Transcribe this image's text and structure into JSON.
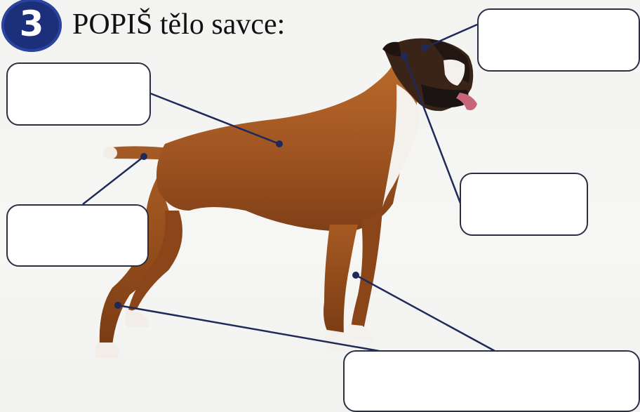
{
  "exercise": {
    "number": "3",
    "title": "POPIŠ tělo savce:"
  },
  "answer_boxes": [
    {
      "id": "head",
      "value": ""
    },
    {
      "id": "back",
      "value": ""
    },
    {
      "id": "tail",
      "value": ""
    },
    {
      "id": "chest",
      "value": ""
    },
    {
      "id": "legs",
      "value": ""
    }
  ],
  "colors": {
    "badge": "#1c2f7a",
    "leader_lines": "#1f2a5a",
    "box_border": "#2a2f44",
    "dog_coat": "#a65a22",
    "dog_white": "#f4f1ec",
    "dog_muzzle": "#1b1412"
  },
  "image": {
    "subject": "boxer-dog-photo"
  }
}
